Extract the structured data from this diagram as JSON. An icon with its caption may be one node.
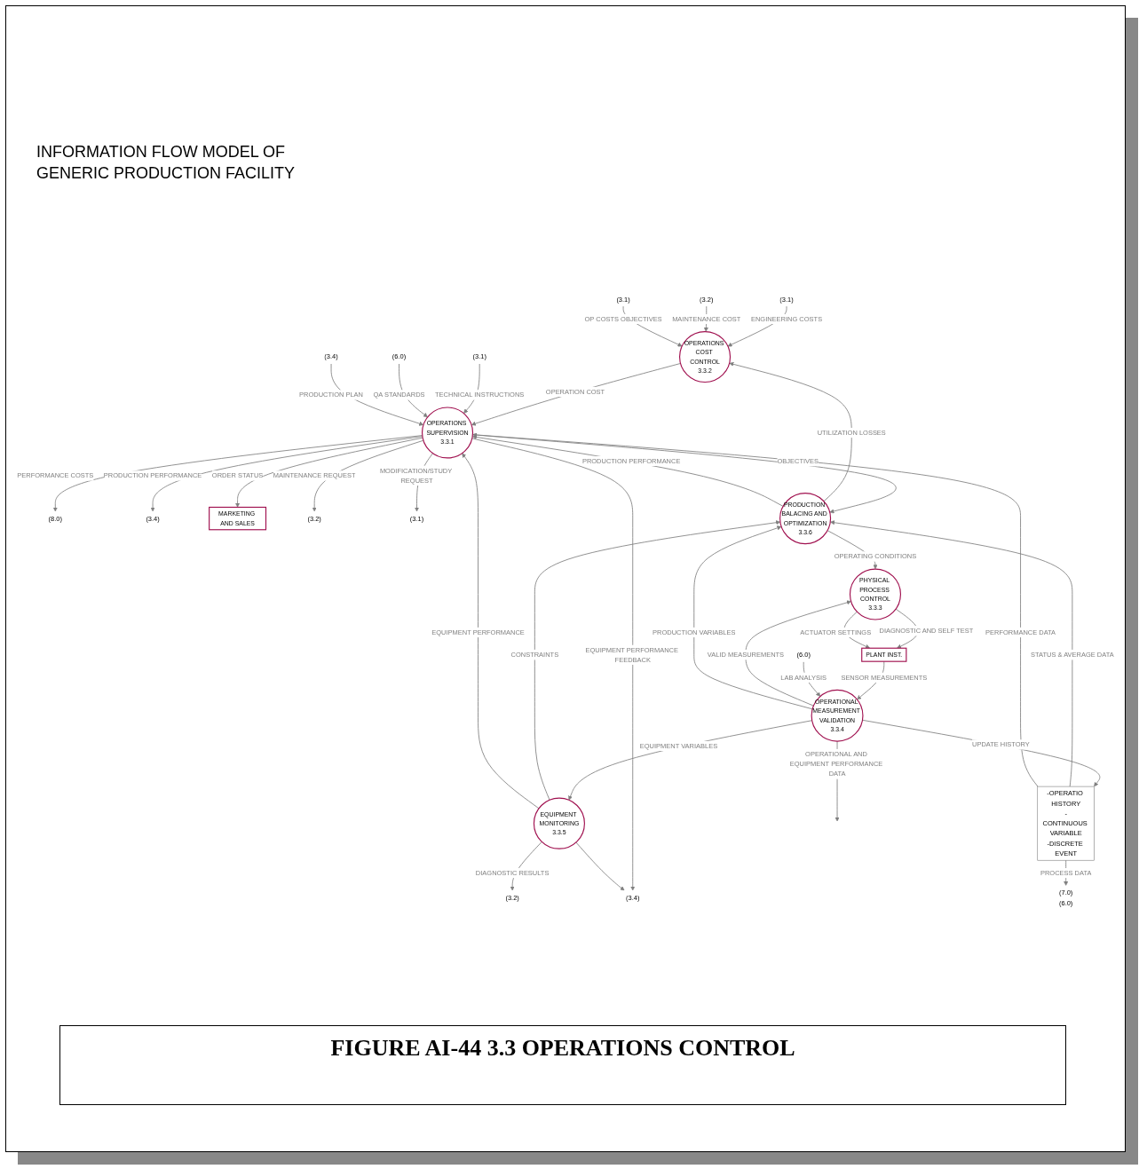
{
  "diagram": {
    "title": "INFORMATION FLOW MODEL OF GENERIC PRODUCTION FACILITY",
    "caption": "FIGURE AI-44 3.3 OPERATIONS CONTROL",
    "nodes": [
      {
        "text": [
          "OPERATIONS COST CONTROL",
          "3.3.2"
        ]
      },
      {
        "text": [
          "(3.1)"
        ]
      },
      {
        "text": [
          "(3.2)"
        ]
      },
      {
        "text": [
          "(3.1)"
        ]
      },
      {
        "text": [
          "OPERATIONS SUPERVISION",
          "3.3.1"
        ]
      },
      {
        "text": [
          "(3.1)"
        ]
      },
      {
        "text": [
          "(8.0)"
        ]
      },
      {
        "text": [
          "(6.0)"
        ]
      },
      {
        "text": [
          "(3.4)"
        ]
      },
      {
        "text": [
          "(3.4)"
        ]
      },
      {
        "text": [
          "MARKETING AND SALES"
        ]
      },
      {
        "text": [
          "(3.2)"
        ]
      },
      {
        "text": [
          "(3.1)"
        ]
      },
      {
        "text": [
          "(3.4)"
        ]
      },
      {
        "text": [
          "PHYSICAL PROCESS CONTROL",
          "3.3.3"
        ]
      },
      {
        "text": [
          "PRODUCTION BALACING AND OPTIMIZATION",
          "3.3.6"
        ]
      },
      {
        "text": [
          "PLANT INST."
        ]
      },
      {
        "text": [
          "OPERATIONAL MEASUREMENT VALIDATION",
          "3.3.4"
        ]
      },
      {
        "text": [
          "EQUIPMENT MONITORING",
          "3.3.5"
        ]
      },
      {
        "text": [
          "-OPERATIO HISTORY",
          "-CONTINUOUS VARIABLE",
          "-DISCRETE EVENT"
        ]
      },
      {
        "text": [
          "(3.2)"
        ]
      },
      {
        "text": [
          "(7.0)",
          "(6.0)"
        ]
      },
      {
        "text": [
          "(6.0)"
        ]
      }
    ],
    "edges": [
      {
        "from": 1,
        "to": 0,
        "arrow": "to",
        "label": "ENGINEERING COSTS"
      },
      {
        "from": 2,
        "to": 0,
        "arrow": "to",
        "label": "MAINTENANCE COST"
      },
      {
        "from": 3,
        "to": 0,
        "arrow": "to",
        "label": "OP COSTS OBJECTIVES"
      },
      {
        "from": 0,
        "to": 4,
        "arrow": "to",
        "label": "OPERATION COST"
      },
      {
        "from": 5,
        "to": 4,
        "arrow": "to",
        "label": "TECHNICAL INSTRUCTIONS"
      },
      {
        "from": 4,
        "to": 6,
        "arrow": "to",
        "label": "PERFORMANCE COSTS"
      },
      {
        "from": 7,
        "to": 4,
        "arrow": "to",
        "label": "QA STANDARDS"
      },
      {
        "from": 8,
        "to": 4,
        "arrow": "to",
        "label": "PRODUCTION PLAN"
      },
      {
        "from": 4,
        "to": 9,
        "arrow": "to",
        "label": "PRODUCTION PERFORMANCE"
      },
      {
        "from": 4,
        "to": 10,
        "arrow": "to",
        "label": "ORDER STATUS"
      },
      {
        "from": 4,
        "to": 11,
        "arrow": "to",
        "label": "MAINTENANCE REQUEST"
      },
      {
        "from": 4,
        "to": 12,
        "arrow": "to",
        "label": "MODIFICATION/STUDY REQUEST"
      },
      {
        "from": 4,
        "to": 13,
        "arrow": "to",
        "label": "EQUIPMENT PERFORMANCE FEEDBACK"
      },
      {
        "from": 18,
        "to": 13,
        "arrow": "to"
      },
      {
        "from": 15,
        "to": 0,
        "arrow": "to",
        "label": "UTILIZATION LOSSES"
      },
      {
        "from": 4,
        "to": 15,
        "arrow": "to",
        "label": "OBJECTIVES"
      },
      {
        "from": 15,
        "to": 4,
        "arrow": "to",
        "label": "PRODUCTION PERFORMANCE"
      },
      {
        "from": 15,
        "to": 14,
        "arrow": "to",
        "label": "OPERATING CONDITIONS"
      },
      {
        "from": 14,
        "to": 16,
        "arrow": "to",
        "label": "DIAGNOSTIC AND SELF TEST"
      },
      {
        "from": 14,
        "to": 16,
        "arrow": "to",
        "label": "ACTUATOR SETTINGS"
      },
      {
        "from": 16,
        "to": 17,
        "arrow": "to",
        "label": "SENSOR MEASUREMENTS"
      },
      {
        "from": 17,
        "to": 14,
        "arrow": "to",
        "label": "VALID MEASUREMENTS"
      },
      {
        "from": 17,
        "to": 15,
        "arrow": "to",
        "label": "PRODUCTION VARIABLES"
      },
      {
        "from": 17,
        "to": 18,
        "arrow": "to",
        "label": "EQUIPMENT VARIABLES"
      },
      {
        "from": 18,
        "to": 15,
        "arrow": "to",
        "label": "CONSTRAINTS"
      },
      {
        "from": 18,
        "to": 4,
        "arrow": "to",
        "label": "EQUIPMENT PERFORMANCE"
      },
      {
        "from": 19,
        "to": 15,
        "arrow": "to",
        "label": "STATUS & AVERAGE DATA"
      },
      {
        "from": 19,
        "to": 4,
        "arrow": "to",
        "label": "PERFORMANCE DATA"
      },
      {
        "from": 17,
        "to": 19,
        "arrow": "to",
        "label": "UPDATE HISTORY"
      },
      {
        "from": 17,
        "to": null,
        "arrow": "to",
        "label": "OPERATIONAL AND EQUIPMENT PERFORMANCE DATA"
      },
      {
        "from": 22,
        "to": 17,
        "arrow": "to",
        "label": "LAB ANALYSIS"
      },
      {
        "from": 18,
        "to": 20,
        "arrow": "to",
        "label": "DIAGNOSTIC RESULTS"
      },
      {
        "from": 19,
        "to": 21,
        "arrow": "to",
        "label": "PROCESS DATA"
      }
    ]
  }
}
